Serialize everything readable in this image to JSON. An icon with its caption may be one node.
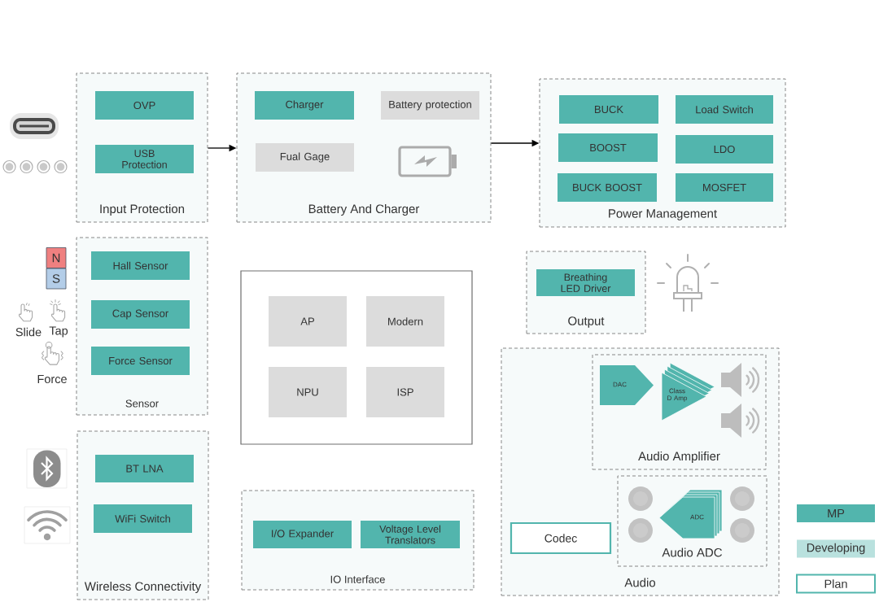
{
  "diagram": {
    "nodes": [
      {
        "text": [
          "Input Protection"
        ]
      },
      {
        "text": [
          "OVP"
        ],
        "in": 0
      },
      {
        "text": [
          "USB Protection"
        ],
        "in": 0
      },
      {
        "text": [
          "Battery And Charger"
        ]
      },
      {
        "text": [
          "Charger"
        ],
        "in": 3
      },
      {
        "text": [
          "Battery protection"
        ],
        "in": 3
      },
      {
        "text": [
          "Fual Gage"
        ],
        "in": 3
      },
      {
        "text": [
          "Power Management"
        ]
      },
      {
        "text": [
          "BUCK"
        ],
        "in": 7
      },
      {
        "text": [
          "Load Switch"
        ],
        "in": 7
      },
      {
        "text": [
          "BOOST"
        ],
        "in": 7
      },
      {
        "text": [
          "LDO"
        ],
        "in": 7
      },
      {
        "text": [
          "BUCK BOOST"
        ],
        "in": 7
      },
      {
        "text": [
          "MOSFET"
        ],
        "in": 7
      },
      {
        "text": [
          "Sensor"
        ]
      },
      {
        "text": [
          "Hall Sensor"
        ],
        "in": 14
      },
      {
        "text": [
          "Cap Sensor"
        ],
        "in": 14
      },
      {
        "text": [
          "Force Sensor"
        ],
        "in": 14
      },
      {
        "text": [],
        "shape": "box"
      },
      {
        "text": [
          "AP"
        ],
        "in": 18
      },
      {
        "text": [
          "Modern"
        ],
        "in": 18
      },
      {
        "text": [
          "NPU"
        ],
        "in": 18
      },
      {
        "text": [
          "ISP"
        ],
        "in": 18
      },
      {
        "text": [
          "Output"
        ]
      },
      {
        "text": [
          "Breathing LED Driver"
        ],
        "in": 23
      },
      {
        "text": [
          "Wireless Connectivity"
        ]
      },
      {
        "text": [
          "BT LNA"
        ],
        "in": 25
      },
      {
        "text": [
          "WiFi Switch"
        ],
        "in": 25
      },
      {
        "text": [
          "IO Interface"
        ]
      },
      {
        "text": [
          "I/O Expander"
        ],
        "in": 28
      },
      {
        "text": [
          "Voltage Level Translators"
        ],
        "in": 28
      },
      {
        "text": [
          "Audio"
        ]
      },
      {
        "text": [
          "Audio Amplifier"
        ],
        "in": 31
      },
      {
        "text": [
          "DAC"
        ],
        "in": 32
      },
      {
        "text": [
          "Class D Amp"
        ],
        "in": 32
      },
      {
        "text": [
          "Audio ADC"
        ],
        "in": 31
      },
      {
        "text": [
          "ADC"
        ],
        "in": 35
      },
      {
        "text": [
          "Codec"
        ],
        "in": 31
      }
    ],
    "edges": [
      {
        "from": 0,
        "to": 3,
        "arrow": "to"
      },
      {
        "from": 3,
        "to": 7,
        "arrow": "to"
      }
    ],
    "labels": [
      "N",
      "S",
      "Slide",
      "Tap",
      "Force"
    ],
    "legend": [
      {
        "text": "MP",
        "color": "#52b5ad"
      },
      {
        "text": "Developing",
        "color": "#b9e1de"
      },
      {
        "text": "Plan"
      }
    ]
  }
}
